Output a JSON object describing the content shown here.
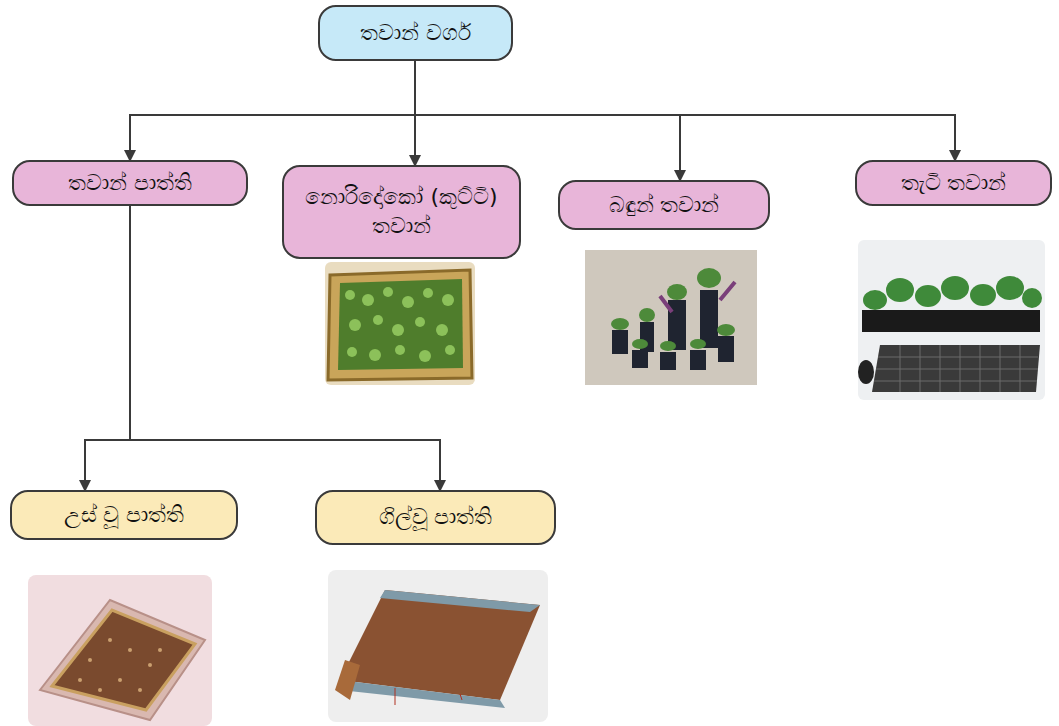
{
  "diagram": {
    "nodes": [
      {
        "text": [
          "තවාන් වර්ග"
        ]
      },
      {
        "text": [
          "තවාන් පාත්ති"
        ]
      },
      {
        "text": [
          "නොරිදෝකෝ (කුට්ටි) තවාන්"
        ]
      },
      {
        "text": [
          "බඳුන් තවාන්"
        ]
      },
      {
        "text": [
          "තැටි තවාන්"
        ]
      },
      {
        "text": [
          "උස් වූ පාත්ති"
        ]
      },
      {
        "text": [
          "ගිල්වූ පාත්ති"
        ]
      }
    ],
    "edges": [
      {
        "from": 0,
        "to": 1,
        "arrow": "to"
      },
      {
        "from": 0,
        "to": 2,
        "arrow": "to"
      },
      {
        "from": 0,
        "to": 3,
        "arrow": "to"
      },
      {
        "from": 0,
        "to": 4,
        "arrow": "to"
      },
      {
        "from": 1,
        "to": 5,
        "arrow": "to"
      },
      {
        "from": 1,
        "to": 6,
        "arrow": "to"
      }
    ]
  }
}
